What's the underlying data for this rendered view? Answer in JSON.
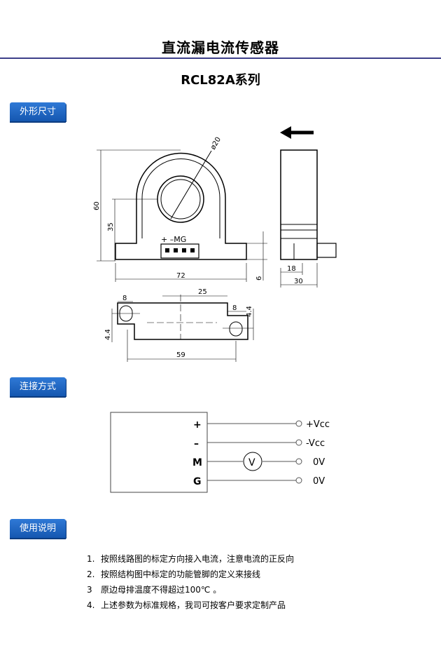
{
  "document": {
    "title": "直流漏电流传感器",
    "subtitle": "RCL82A系列"
  },
  "sections": {
    "dimensions": "外形尺寸",
    "wiring": "连接方式",
    "usage": "使用说明"
  },
  "drawing": {
    "diameter": "ø20",
    "height_total": "60",
    "height_center": "35",
    "width_total": "72",
    "foot_height": "6",
    "pin_marks": "+ –MG",
    "side_pin_depth": "18",
    "side_depth": "30",
    "bottom_slot_offset": "8",
    "bottom_center_span": "25",
    "bottom_slot_offset_right": "8",
    "bottom_slot_dia_right": "4.4",
    "bottom_slot_dia_left": "4.4",
    "bottom_hole_span": "59"
  },
  "wiring": {
    "pins": [
      "+",
      "–",
      "M",
      "G"
    ],
    "signals": [
      "+Vcc",
      "-Vcc",
      "0V",
      "0V"
    ],
    "meter": "V"
  },
  "usage": {
    "items": [
      {
        "num": "1.",
        "text": "按照线路图的标定方向接入电流，注意电流的正反向"
      },
      {
        "num": "2.",
        "text": "按照结构图中标定的功能管脚的定义来接线"
      },
      {
        "num": "3",
        "text": "原边母排温度不得超过100℃ 。"
      },
      {
        "num": "4.",
        "text": "上述参数为标准规格，我司可按客户要求定制产品"
      }
    ]
  }
}
